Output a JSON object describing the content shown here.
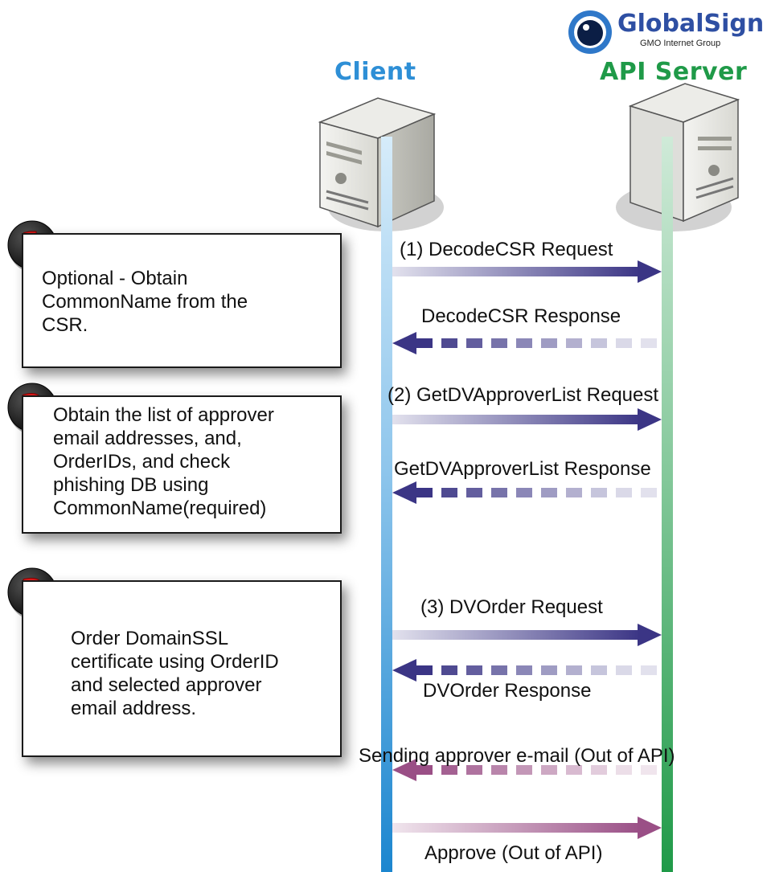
{
  "logo": {
    "brand": "GlobalSign",
    "tagline": "GMO Internet Group",
    "icon": "globalsign-eye-logo"
  },
  "actors": {
    "client": {
      "label": "Client",
      "color": "#2e8fd6"
    },
    "server": {
      "label": "API Server",
      "color": "#1f9a48"
    }
  },
  "steps": [
    {
      "number": "1",
      "text": "Optional - Obtain\nCommonName from the\nCSR."
    },
    {
      "number": "2",
      "text": "Obtain the list of approver\nemail addresses, and,\nOrderIDs, and check\nphishing DB using\nCommonName(required)"
    },
    {
      "number": "3",
      "text": "Order DomainSSL\ncertificate using OrderID\nand selected approver\nemail address."
    }
  ],
  "messages": [
    {
      "label": "(1) DecodeCSR Request",
      "direction": "to-server",
      "style": "solid",
      "color": "#3b3585"
    },
    {
      "label": "DecodeCSR Response",
      "direction": "to-client",
      "style": "dashed",
      "color": "#3b3585"
    },
    {
      "label": "(2) GetDVApproverList Request",
      "direction": "to-server",
      "style": "solid",
      "color": "#3b3585"
    },
    {
      "label": "GetDVApproverList Response",
      "direction": "to-client",
      "style": "dashed",
      "color": "#3b3585"
    },
    {
      "label": "(3) DVOrder Request",
      "direction": "to-server",
      "style": "solid",
      "color": "#3b3585"
    },
    {
      "label": "DVOrder Response",
      "direction": "to-client",
      "style": "dashed",
      "color": "#3b3585"
    },
    {
      "label": "Sending approver e-mail (Out of API)",
      "direction": "to-client",
      "style": "dashed",
      "color": "#9a4f86"
    },
    {
      "label": "Approve (Out of API)",
      "direction": "to-server",
      "style": "solid",
      "color": "#9a4f86"
    }
  ]
}
